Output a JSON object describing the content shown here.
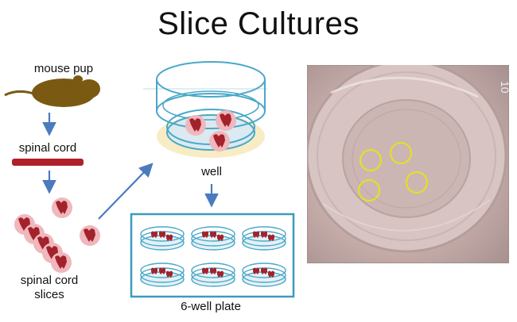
{
  "slide": {
    "title": "Slice Cultures"
  },
  "labels": {
    "mouse_pup": "mouse pup",
    "spinal_cord": "spinal cord",
    "spinal_cord_slices": "spinal cord slices",
    "well": "well",
    "six_well_plate": "6-well plate"
  },
  "photo": {
    "watermark": "10"
  },
  "colors": {
    "arrow": "#4a7bbf",
    "mouse": "#7a5a12",
    "cord": "#b0202a",
    "slice": "#a3222c",
    "slice_halo": "#f0b7bd",
    "well_rim": "#4aa8c8",
    "plate_border": "#3b9bbf",
    "circle_highlight": "#e6e21a"
  }
}
